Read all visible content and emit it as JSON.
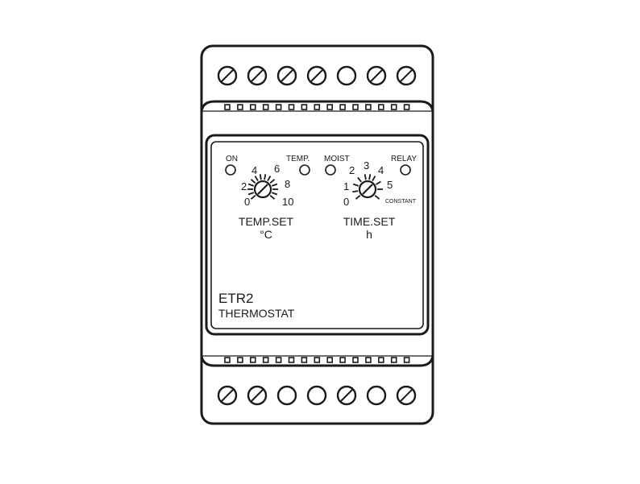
{
  "device": {
    "model": "ETR2",
    "subtitle": "THERMOSTAT"
  },
  "indicators": [
    {
      "label": "ON"
    },
    {
      "label": "TEMP."
    },
    {
      "label": "MOIST"
    },
    {
      "label": "RELAY"
    }
  ],
  "temp_dial": {
    "ticks": [
      "0",
      "2",
      "4",
      "6",
      "8",
      "10"
    ],
    "title": "TEMP.SET",
    "unit": "°C"
  },
  "time_dial": {
    "ticks": [
      "0",
      "1",
      "2",
      "3",
      "4",
      "5"
    ],
    "end_label": "CONSTANT",
    "title": "TIME.SET",
    "unit": "h"
  },
  "terminals": {
    "top_count": 7,
    "bottom_count": 7,
    "top_kinds": [
      "screw",
      "screw",
      "screw",
      "screw",
      "plain",
      "screw",
      "screw"
    ],
    "bottom_kinds": [
      "screw",
      "screw",
      "plain",
      "plain",
      "screw",
      "plain",
      "screw"
    ]
  },
  "colors": {
    "stroke": "#1a1a1a",
    "background": "#ffffff"
  }
}
